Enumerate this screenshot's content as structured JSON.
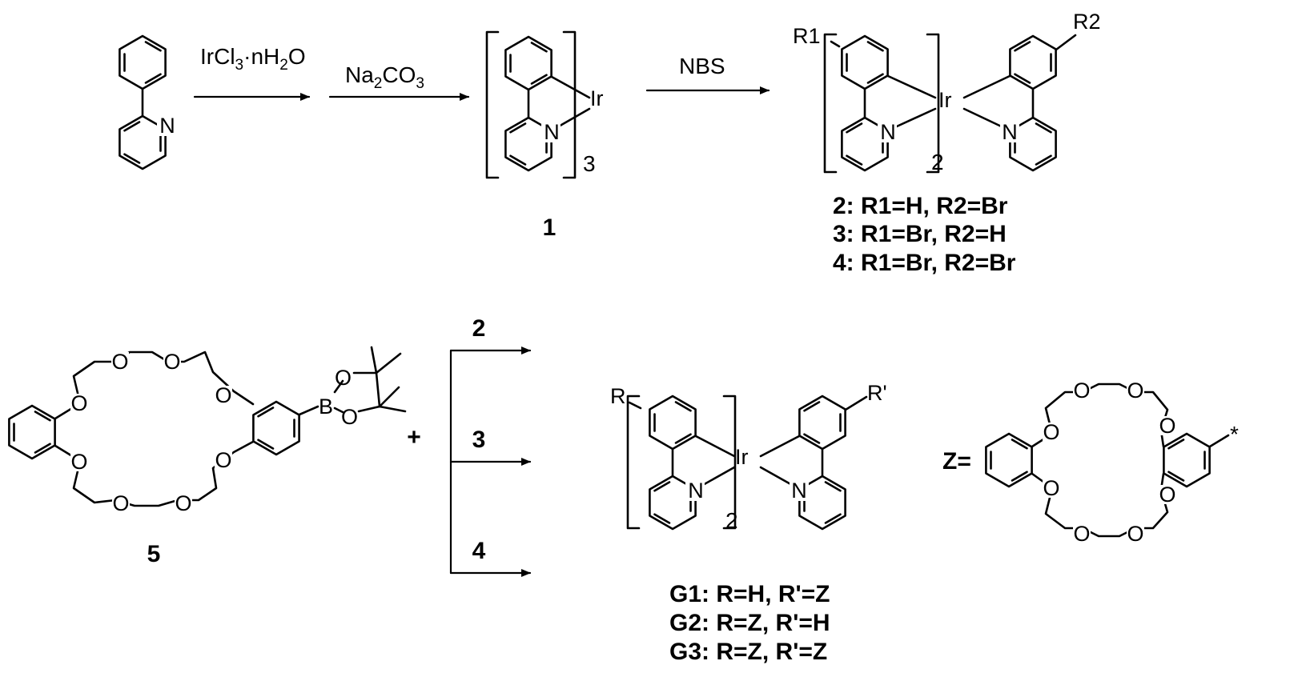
{
  "reagents": {
    "step1a": "IrCl",
    "step1a_sub": "3",
    "step1a_tail": "·nH",
    "step1a_sub2": "2",
    "step1a_end": "O",
    "step1b": "Na",
    "step1b_sub": "2",
    "step1b_mid": "CO",
    "step1b_sub2": "3",
    "step2": "NBS"
  },
  "atoms": {
    "N": "N",
    "Ir": "Ir",
    "O": "O",
    "B": "B",
    "R1": "R1",
    "R2": "R2",
    "R": "R",
    "Rp": "R'",
    "star": "*",
    "Zeq": "Z="
  },
  "subscripts": {
    "three": "3",
    "two": "2"
  },
  "compounds": {
    "c1": "1",
    "c5": "5",
    "plus": "+",
    "br2": "2",
    "br3": "3",
    "br4": "4"
  },
  "legend_top": [
    "2: R1=H, R2=Br",
    "3: R1=Br, R2=H",
    "4: R1=Br, R2=Br"
  ],
  "legend_bottom": [
    "G1: R=H, R'=Z",
    "G2: R=Z, R'=H",
    "G3: R=Z, R'=Z"
  ]
}
